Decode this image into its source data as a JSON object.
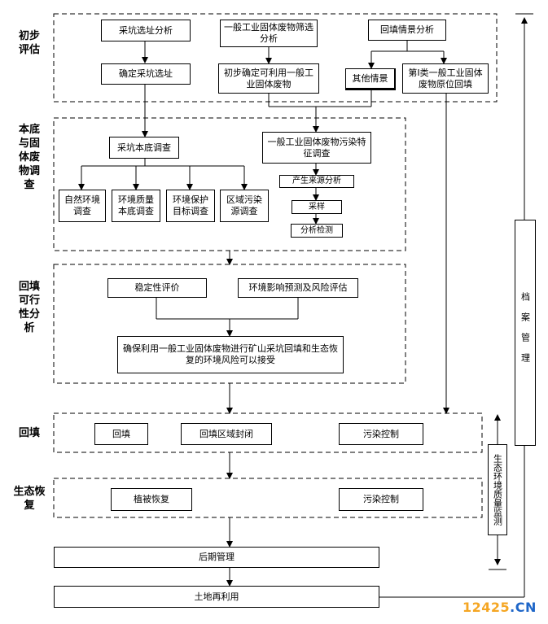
{
  "stages": {
    "prelim": "初步评估",
    "survey": "本底与固体废物调查",
    "feasibility": "回填可行性分析",
    "backfill": "回填",
    "restoration": "生态恢复"
  },
  "prelim": {
    "site_analysis": "采坑选址分析",
    "waste_screen": "一般工业固体废物筛选分析",
    "scenario_analysis": "回填情景分析",
    "confirm_site": "确定采坑选址",
    "prelim_waste": "初步确定可利用一般工业固体废物",
    "other_scenario": "其他情景",
    "class1_backfill": "第I类一般工业固体废物原位回填"
  },
  "survey": {
    "pit_baseline": "采坑本底调查",
    "natural_env": "自然环境调查",
    "env_quality": "环境质量本底调查",
    "env_protect": "环境保护目标调查",
    "regional_pollution": "区域污染源调查",
    "waste_pollution": "一般工业固体废物污染特征调查",
    "source_analysis": "产生来源分析",
    "sampling": "采样",
    "testing": "分析检测"
  },
  "feasibility": {
    "stability": "稳定性评价",
    "impact_risk": "环境影响预测及风险评估",
    "conclusion": "确保利用一般工业固体废物进行矿山采坑回填和生态恢复的环境风险可以接受"
  },
  "backfill": {
    "fill": "回填",
    "seal": "回填区域封闭",
    "pollution_ctrl": "污染控制"
  },
  "restoration": {
    "vegetation": "植被恢复",
    "pollution_ctrl": "污染控制"
  },
  "later_mgmt": "后期管理",
  "land_reuse": "土地再利用",
  "archive_mgmt": "档案管理",
  "eco_monitor": "生态环境质量监测",
  "watermark": "12425.CN",
  "colors": {
    "watermark_digits": "#f5a623",
    "watermark_suffix": "#1e66c8"
  }
}
